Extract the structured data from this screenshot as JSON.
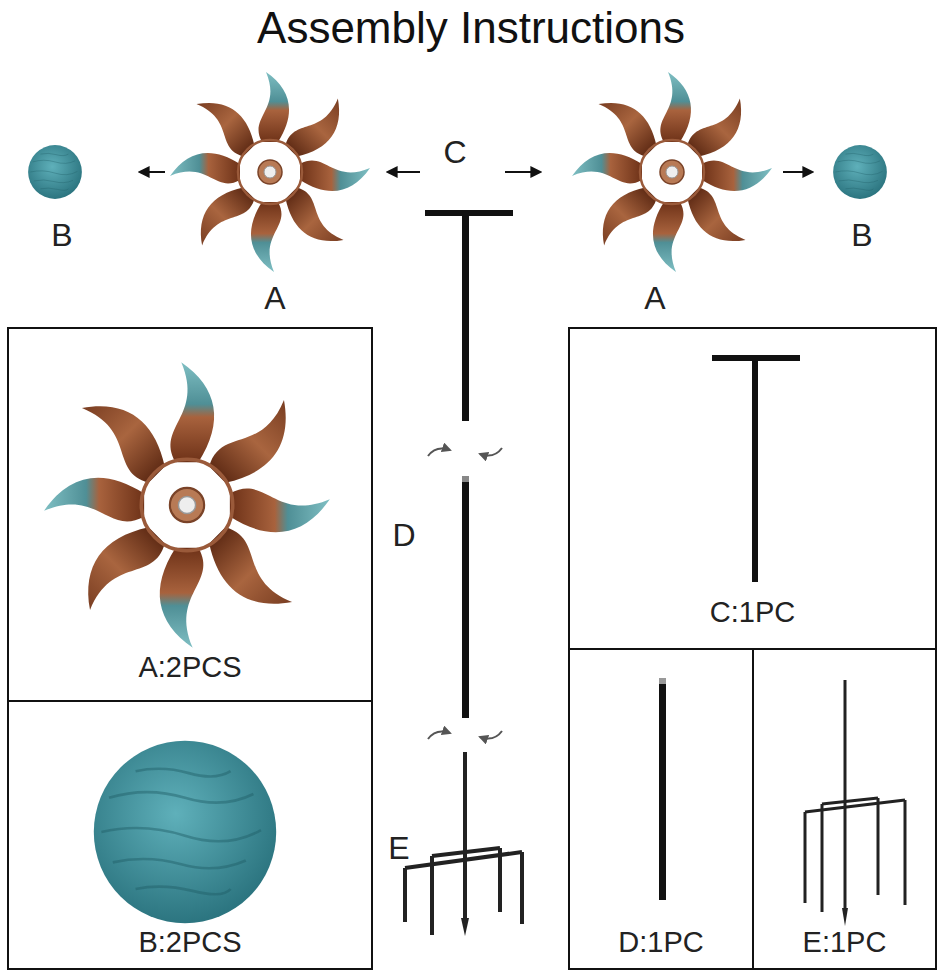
{
  "diagram": {
    "title": "Assembly Instructions",
    "nodes": [
      {
        "text": [
          "A:2PCS"
        ]
      },
      {
        "text": [
          "B:2PCS"
        ]
      },
      {
        "text": [
          "C:1PC"
        ]
      },
      {
        "text": [
          "D:1PC"
        ]
      },
      {
        "text": [
          "E:1PC"
        ]
      }
    ],
    "labels": [
      "C",
      "B",
      "B",
      "A",
      "A",
      "D",
      "E"
    ]
  }
}
